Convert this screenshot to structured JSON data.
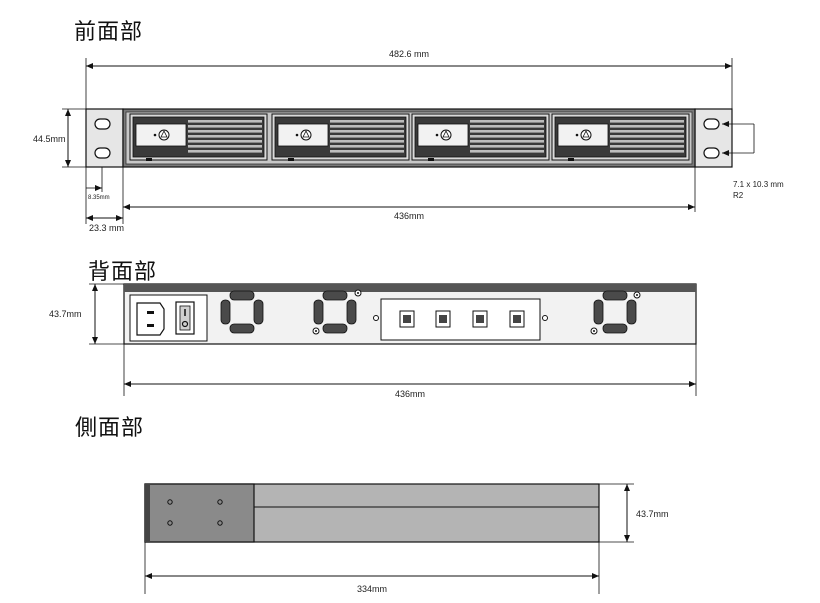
{
  "sections": {
    "front": {
      "title": "前面部",
      "dims": {
        "total_width": "482.6 mm",
        "height": "44.5mm",
        "hole_offset": "8.35mm",
        "ear_width": "23.3 mm",
        "body_width": "436mm",
        "slot_size": "7.1 x 10.3 mm",
        "radius": "R2"
      },
      "bay_count": 4
    },
    "rear": {
      "title": "背面部",
      "dims": {
        "height": "43.7mm",
        "width": "436mm"
      },
      "fan_count": 3,
      "port_count": 4
    },
    "side": {
      "title": "側面部",
      "dims": {
        "height": "43.7mm",
        "depth": "334mm"
      }
    }
  },
  "colors": {
    "line": "#111111",
    "panel": "#cfcfcf",
    "panel_dark": "#555555",
    "chassis": "#e6e6e6",
    "side_body": "#b4b4b4",
    "side_end": "#8a8a8a"
  }
}
